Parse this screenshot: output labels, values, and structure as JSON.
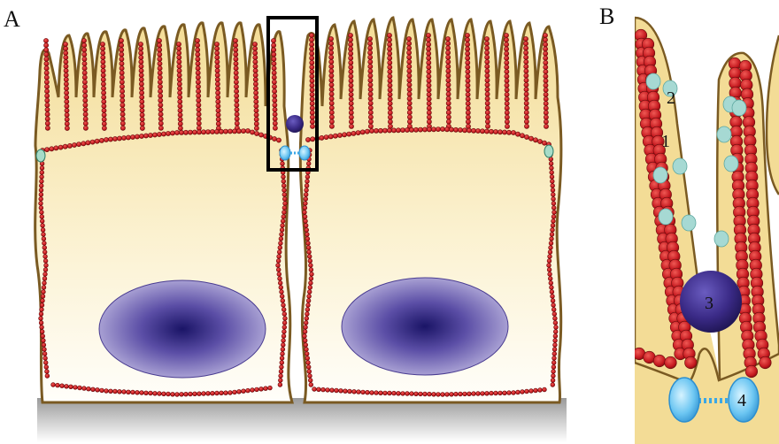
{
  "panels": {
    "a": {
      "letter": "A"
    },
    "b": {
      "letter": "B"
    }
  },
  "callouts": {
    "one": "1",
    "two": "2",
    "three": "3",
    "four": "4"
  },
  "colors": {
    "cytoplasm_top": "#f5e3a6",
    "cytoplasm_bottom": "#fffdf7",
    "membrane": "#7a5a22",
    "actin": "#c4181e",
    "actin_dark": "#7a0e10",
    "nucleus": "#3a2a86",
    "nucleus_light": "#aea7d8",
    "myosin": "#9fd3cf",
    "junction": "#3aa7e6",
    "junction_light": "#b9e8fb",
    "substrate": "#9b9b9b",
    "zoom_box": "#000000"
  }
}
